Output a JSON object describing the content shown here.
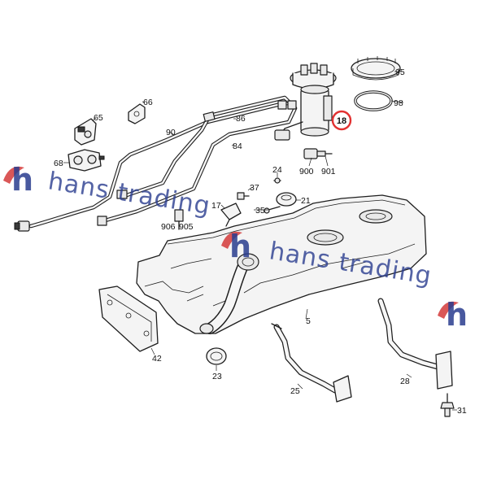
{
  "watermark": {
    "text": "hans trading",
    "logo_letter": "h",
    "colors": {
      "text": "#2a3d8f",
      "accent": "#d33a3a"
    }
  },
  "highlight": {
    "label": "18",
    "color": "#e23131"
  },
  "callouts": [
    {
      "id": "95",
      "label": "95"
    },
    {
      "id": "98",
      "label": "98"
    },
    {
      "id": "66",
      "label": "66"
    },
    {
      "id": "65",
      "label": "65"
    },
    {
      "id": "86",
      "label": "86"
    },
    {
      "id": "90",
      "label": "90"
    },
    {
      "id": "84",
      "label": "84"
    },
    {
      "id": "68",
      "label": "68"
    },
    {
      "id": "900",
      "label": "900"
    },
    {
      "id": "901",
      "label": "901"
    },
    {
      "id": "24",
      "label": "24"
    },
    {
      "id": "37",
      "label": "37"
    },
    {
      "id": "17",
      "label": "17"
    },
    {
      "id": "21",
      "label": "21"
    },
    {
      "id": "35",
      "label": "35"
    },
    {
      "id": "906",
      "label": "906"
    },
    {
      "id": "905",
      "label": "905"
    },
    {
      "id": "5",
      "label": "5"
    },
    {
      "id": "42",
      "label": "42"
    },
    {
      "id": "23",
      "label": "23"
    },
    {
      "id": "25",
      "label": "25"
    },
    {
      "id": "28",
      "label": "28"
    },
    {
      "id": "31",
      "label": "31"
    }
  ]
}
